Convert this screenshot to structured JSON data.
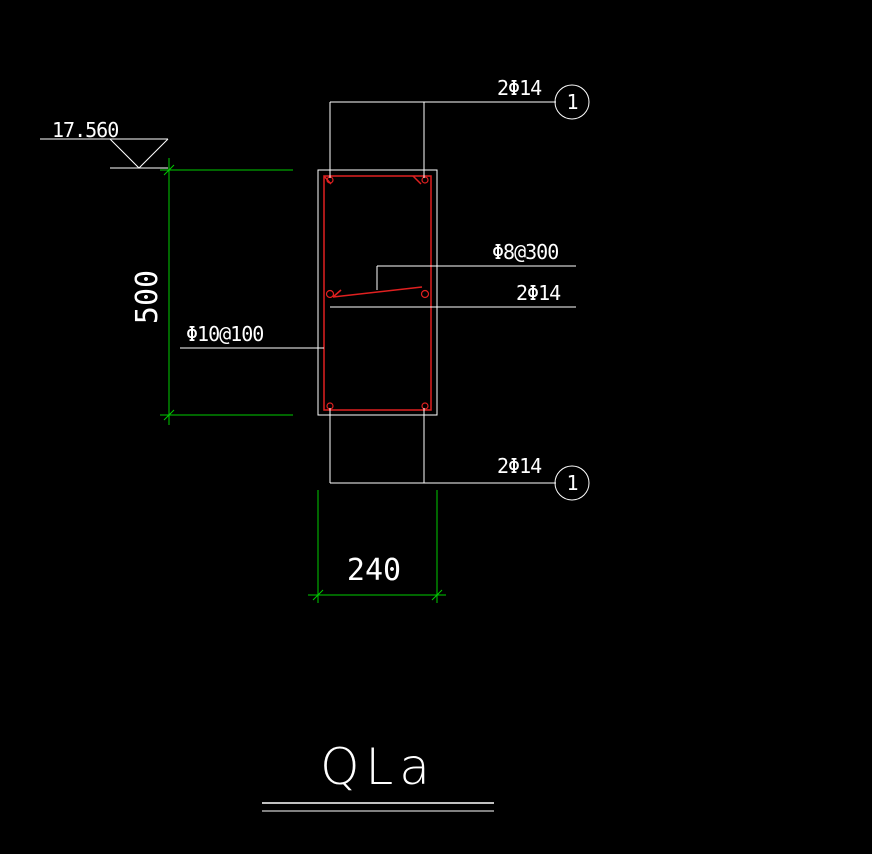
{
  "colors": {
    "background": "#000000",
    "linework": "#ffffff",
    "dimension": "#00cc00",
    "rebar": "#e02020"
  },
  "drawing": {
    "title": "QLa",
    "level": {
      "value": "17.560",
      "icon": "elevation-triangle-icon"
    },
    "dimensions": {
      "height": "500",
      "width": "240"
    },
    "callouts": {
      "top_bars": "2Φ14",
      "middle_tie": "Φ8@300",
      "middle_bars": "2Φ14",
      "stirrup": "Φ10@100",
      "bottom_bars": "2Φ14"
    },
    "section_marks": {
      "top": "1",
      "bottom": "1"
    }
  }
}
